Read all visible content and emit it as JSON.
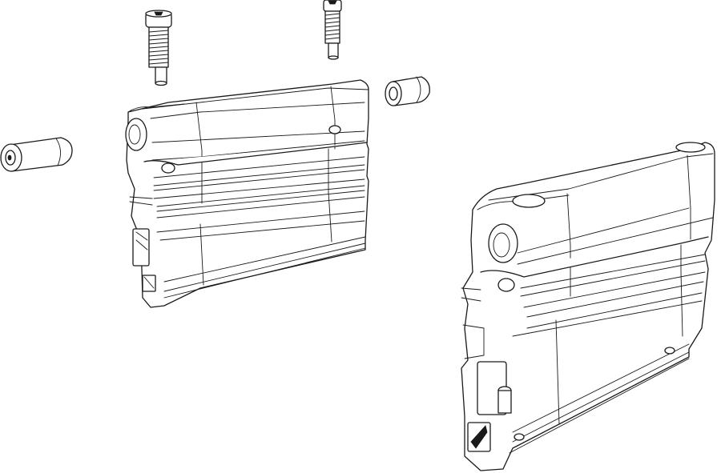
{
  "drawing": {
    "kind": "exploded-view line drawing",
    "parts": [
      {
        "id": "block-upper-left",
        "icon": "rail-clamp-block-icon"
      },
      {
        "id": "block-lower-right",
        "icon": "rail-clamp-block-icon"
      },
      {
        "id": "screw-left",
        "icon": "set-screw-icon"
      },
      {
        "id": "screw-right",
        "icon": "set-screw-icon"
      },
      {
        "id": "pin-left",
        "icon": "dowel-pin-icon"
      },
      {
        "id": "pin-right",
        "icon": "dowel-pin-icon"
      }
    ],
    "colors": {
      "line": "#1a1a1a",
      "background": "#ffffff"
    }
  }
}
